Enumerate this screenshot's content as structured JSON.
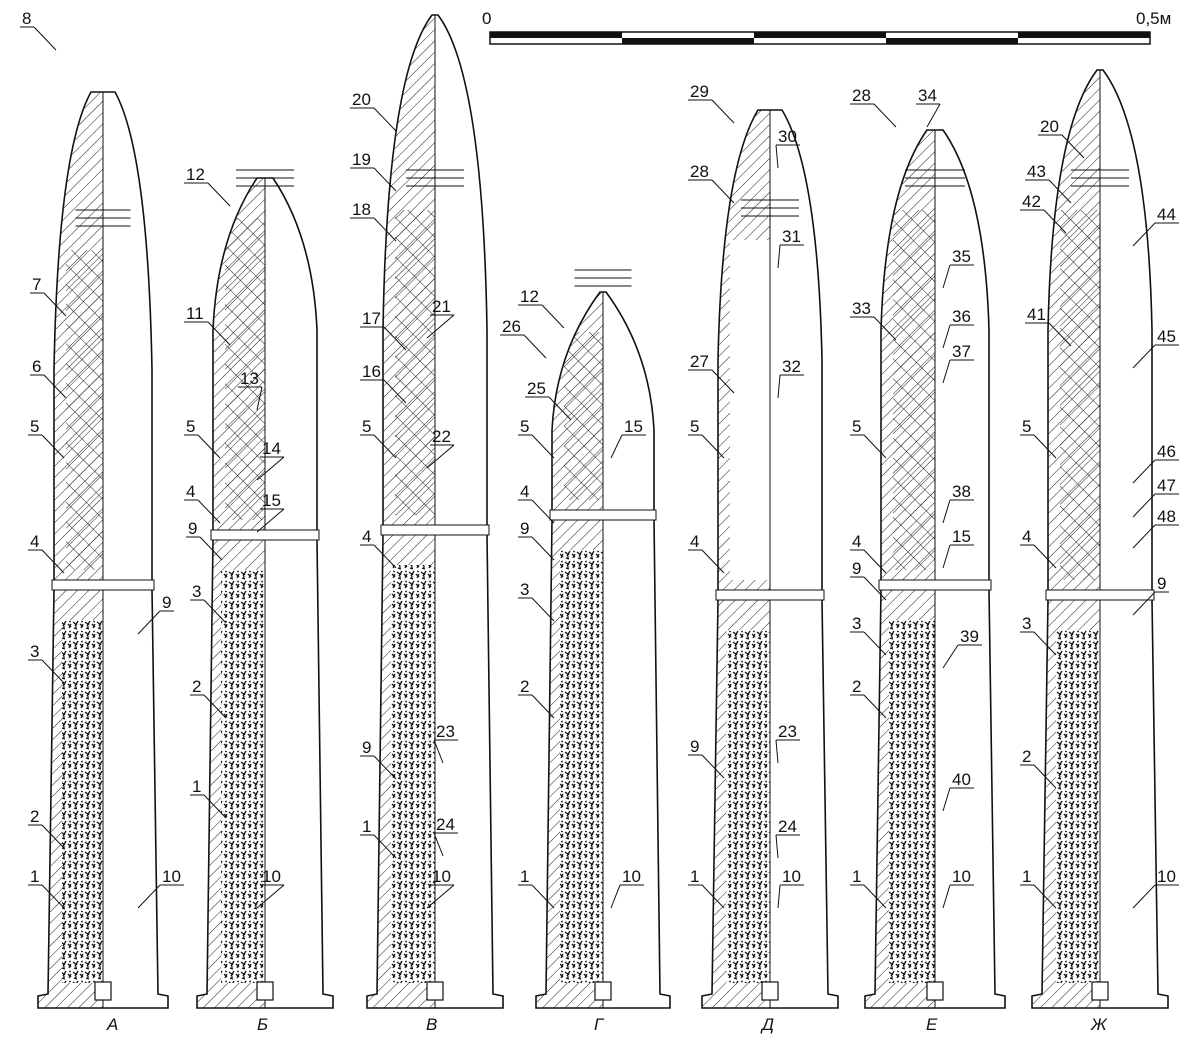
{
  "scale_bar": {
    "start_label": "0",
    "end_label": "0,5м"
  },
  "rounds": [
    {
      "letter": "А",
      "callouts": [
        "8",
        "7",
        "6",
        "5",
        "4",
        "9",
        "3",
        "2",
        "1",
        "10"
      ]
    },
    {
      "letter": "Б",
      "callouts": [
        "12",
        "11",
        "5",
        "13",
        "4",
        "14",
        "15",
        "9",
        "3",
        "2",
        "1",
        "10"
      ]
    },
    {
      "letter": "В",
      "callouts": [
        "20",
        "19",
        "18",
        "21",
        "17",
        "16",
        "5",
        "22",
        "4",
        "9",
        "23",
        "1",
        "24",
        "10"
      ]
    },
    {
      "letter": "Г",
      "callouts": [
        "12",
        "26",
        "25",
        "5",
        "15",
        "4",
        "9",
        "3",
        "2",
        "1",
        "10"
      ]
    },
    {
      "letter": "Д",
      "callouts": [
        "29",
        "30",
        "28",
        "31",
        "27",
        "32",
        "5",
        "4",
        "9",
        "23",
        "24",
        "1",
        "10"
      ]
    },
    {
      "letter": "Е",
      "callouts": [
        "28",
        "34",
        "35",
        "33",
        "36",
        "37",
        "5",
        "38",
        "4",
        "15",
        "9",
        "3",
        "39",
        "2",
        "40",
        "1",
        "10"
      ]
    },
    {
      "letter": "Ж",
      "callouts": [
        "20",
        "43",
        "42",
        "44",
        "41",
        "45",
        "5",
        "46",
        "47",
        "4",
        "48",
        "9",
        "3",
        "2",
        "1",
        "10"
      ]
    }
  ]
}
